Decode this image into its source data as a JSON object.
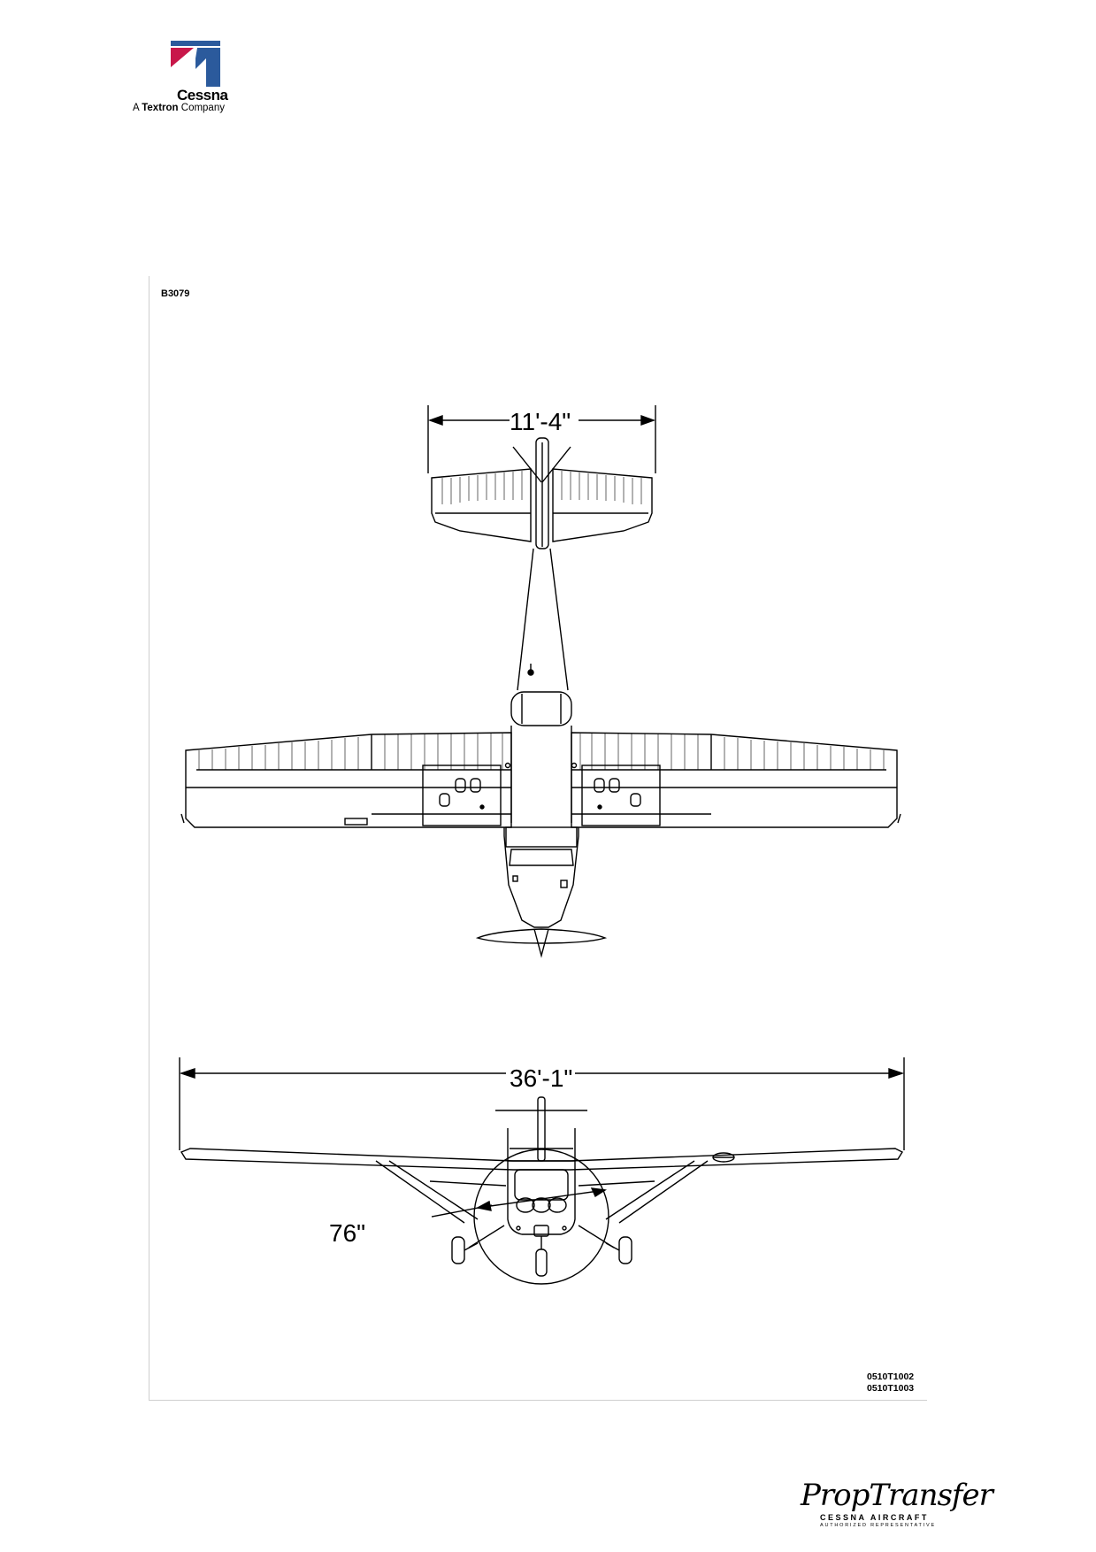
{
  "header": {
    "logo_name": "Cessna",
    "logo_tag_prefix": "A ",
    "logo_tag_brand": "Textron",
    "logo_tag_suffix": " Company"
  },
  "figure": {
    "code": "B3079",
    "dimensions": {
      "tail_span": "11'-4\"",
      "wing_span": "36'-1\"",
      "prop_diameter": "76\""
    },
    "references": [
      "0510T1002",
      "0510T1003"
    ]
  },
  "footer": {
    "brand": "PropTransfer",
    "line1": "CESSNA AIRCRAFT",
    "line2": "AUTHORIZED REPRESENTATIVE"
  }
}
